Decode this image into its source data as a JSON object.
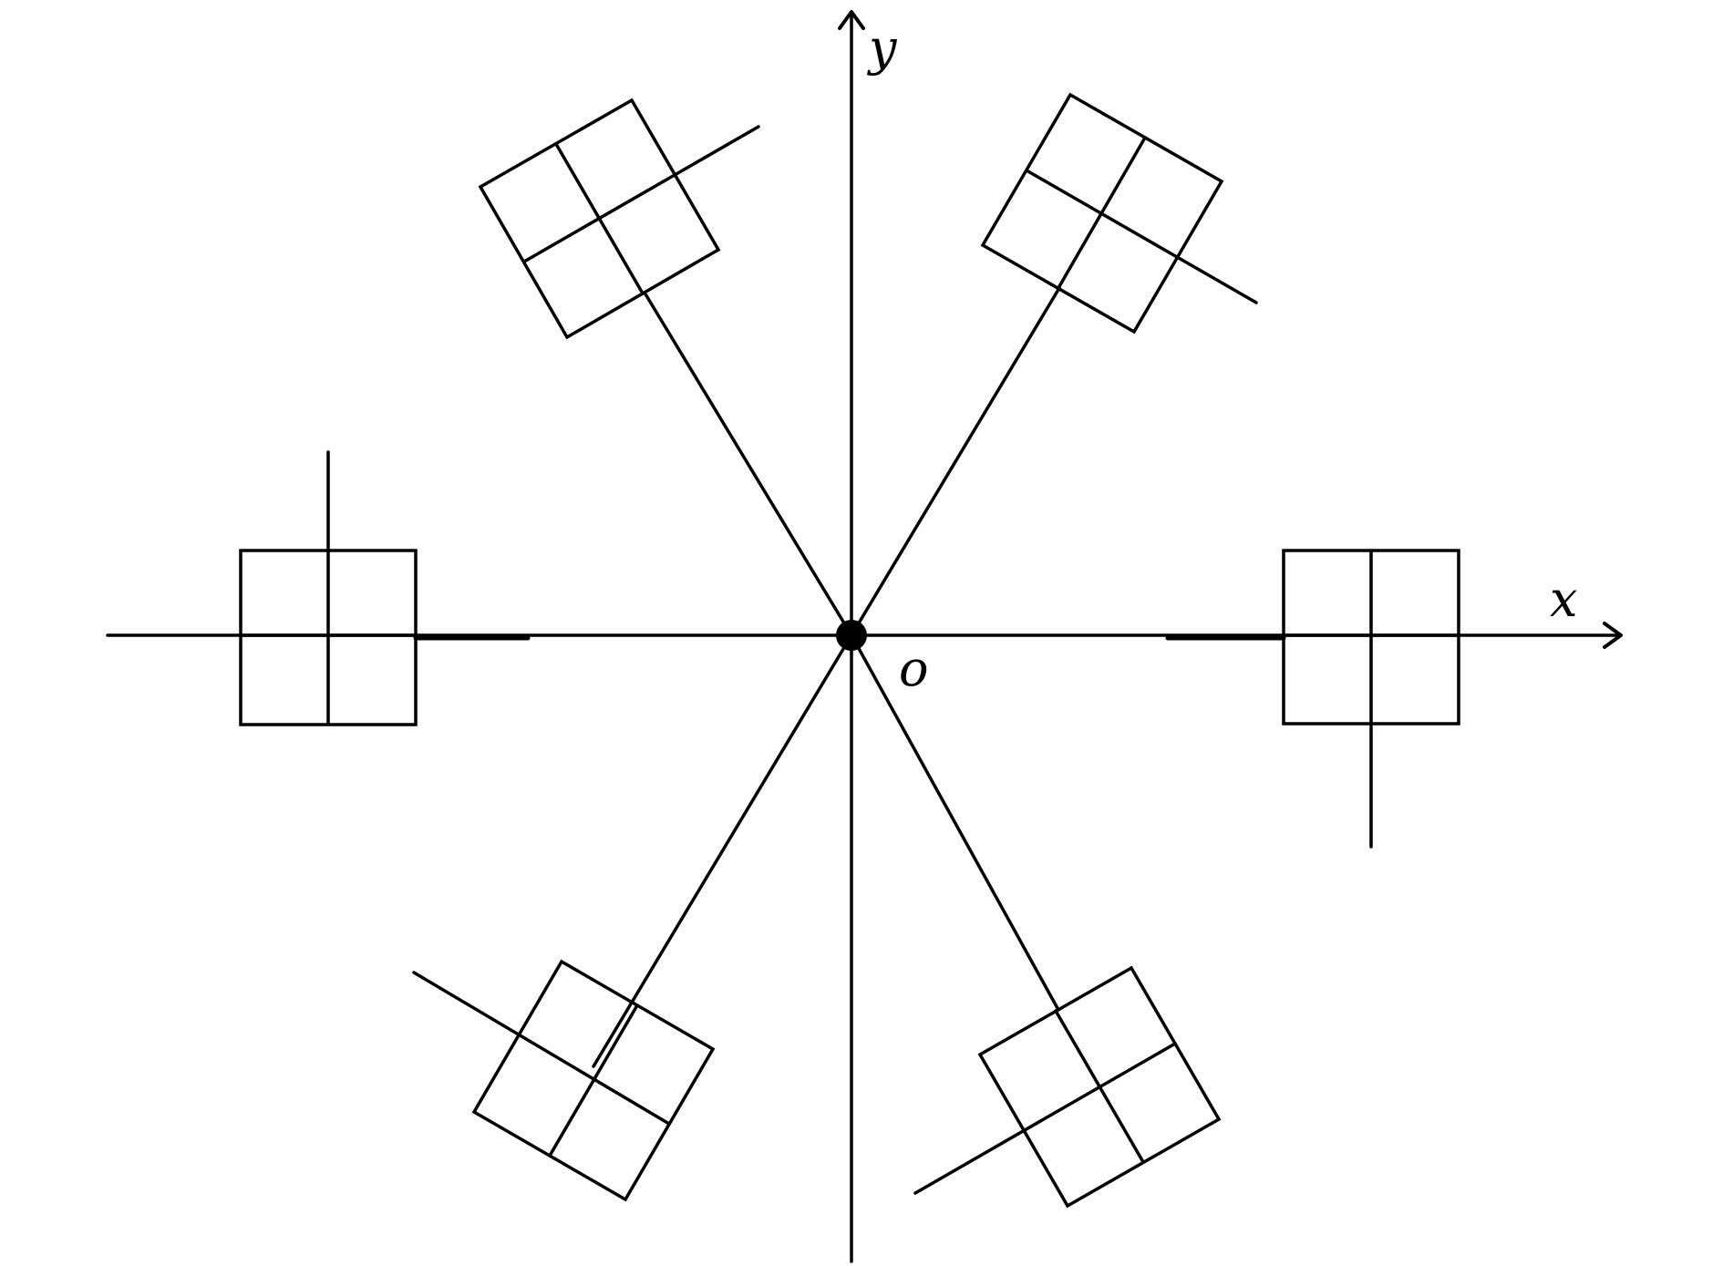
{
  "diagram": {
    "labels": {
      "x_axis": "x",
      "y_axis": "y",
      "origin": "o"
    },
    "colors": {
      "stroke": "#000000",
      "background": "#ffffff"
    }
  }
}
